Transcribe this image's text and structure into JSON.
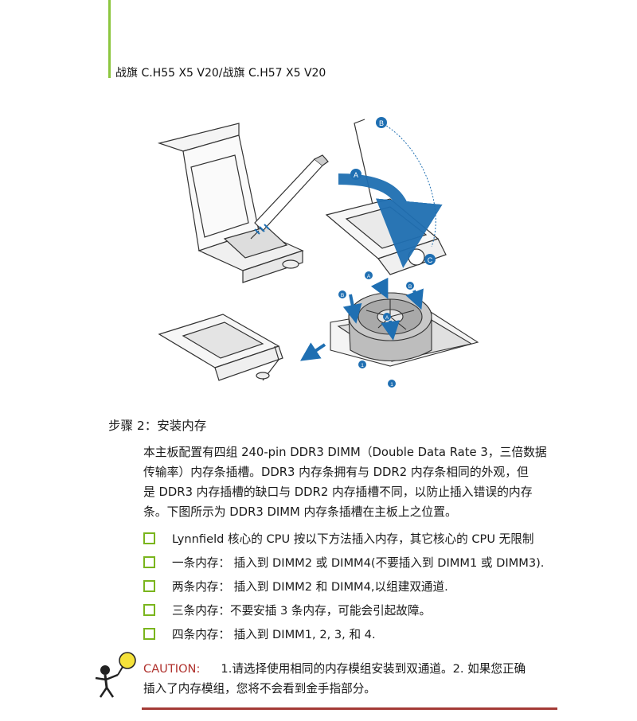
{
  "header": {
    "model": "战旗 C.H55 X5 V20/战旗 C.H57 X5 V20"
  },
  "figure": {
    "callouts": {
      "a": "A",
      "b": "B",
      "c": "C",
      "one": "1"
    }
  },
  "section": {
    "step_title": "步骤 2：安装内存",
    "paragraph_lines": [
      "本主板配置有四组 240-pin DDR3 DIMM（Double Data Rate 3，三倍数据",
      "传输率）内存条插槽。DDR3 内存条拥有与 DDR2 内存条相同的外观，但",
      "是 DDR3 内存插槽的缺口与 DDR2 内存插槽不同，以防止插入错误的内存",
      "条。下图所示为 DDR3 DIMM 内存条插槽在主板上之位置。"
    ],
    "list_items": [
      "Lynnfield 核心的 CPU 按以下方法插入内存，其它核心的 CPU 无限制",
      "一条内存：  插入到 DIMM2 或 DIMM4(不要插入到 DIMM1 或 DIMM3).",
      "两条内存：  插入到 DIMM2 和 DIMM4,以组建双通道.",
      "三条内存：不要安插 3 条内存，可能会引起故障。",
      "四条内存：  插入到 DIMM1, 2, 3, 和 4."
    ]
  },
  "caution": {
    "label": "CAUTION:",
    "line1": "1.请选择使用相同的内存模组安装到双通道。2. 如果您正确",
    "line2": "插入了内存模组，您将不会看到金手指部分。"
  },
  "colors": {
    "accent_green": "#8cc63f",
    "caution_red": "#b0322e",
    "arrow_blue": "#1f6fb2"
  }
}
